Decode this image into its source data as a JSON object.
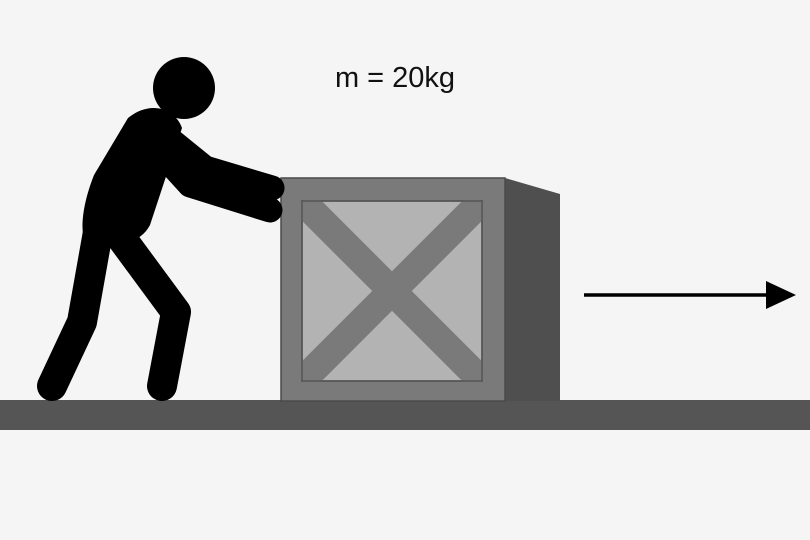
{
  "labels": {
    "mass": "m = 20kg"
  },
  "colors": {
    "background": "#f5f5f5",
    "ground": "#555555",
    "figure": "#000000",
    "crate_frame": "#7a7a7a",
    "crate_panel": "#b3b3b3",
    "crate_side": "#4f4f4f",
    "crate_outline": "#4a4a4a",
    "arrow": "#000000"
  },
  "icons": {
    "person": "pushing-person-silhouette",
    "crate": "wooden-crate",
    "arrow": "right-arrow"
  }
}
